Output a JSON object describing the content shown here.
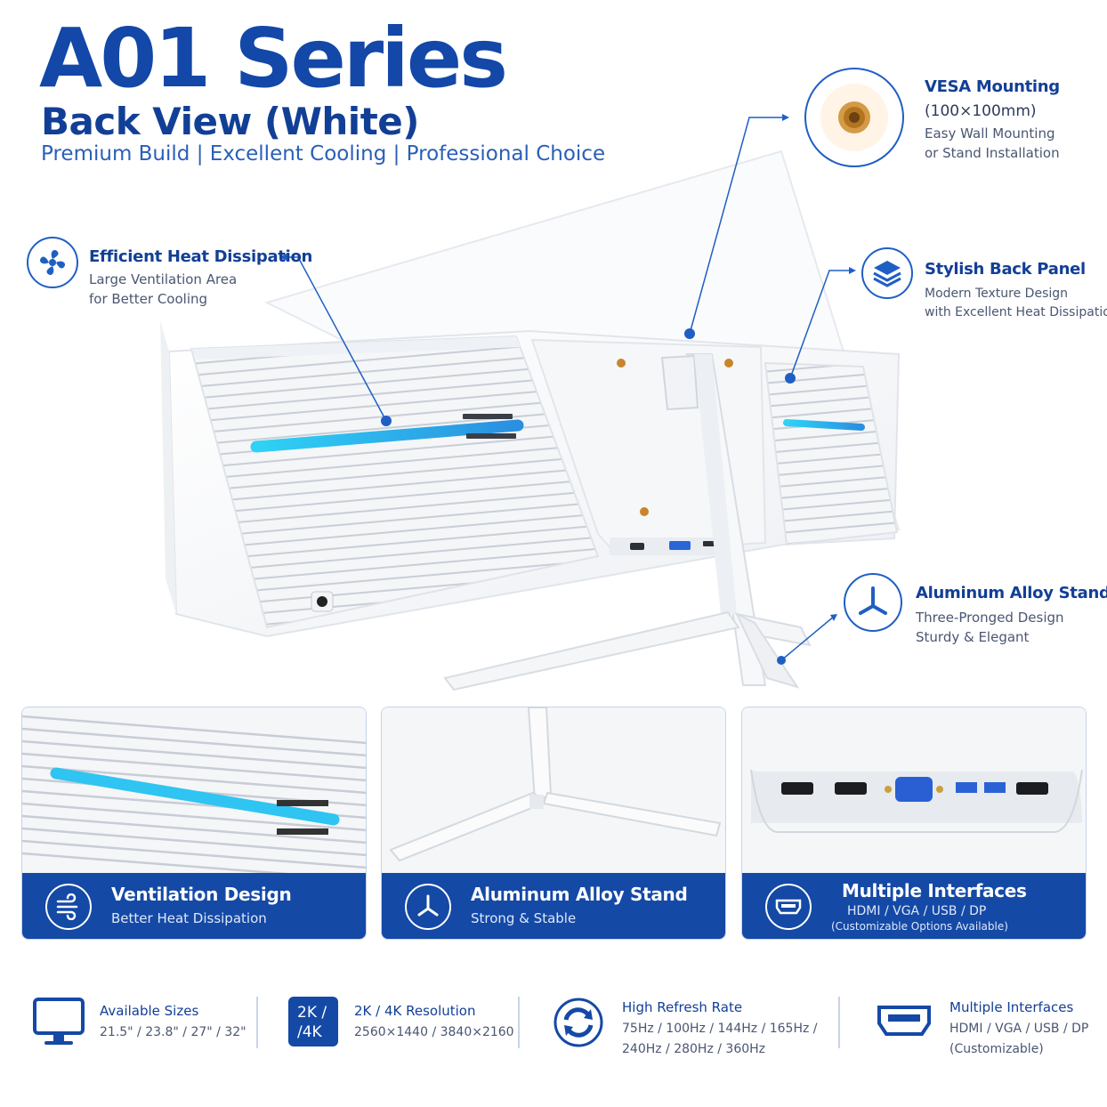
{
  "header": {
    "title": "A01 Series",
    "subtitle": "Back View (White)",
    "tagline": "Premium Build | Excellent Cooling | Professional Choice"
  },
  "callouts": {
    "vesa": {
      "icon": "mounting-screw-icon",
      "title": "VESA Mounting",
      "spec": "(100×100mm)",
      "line1": "Easy Wall Mounting",
      "line2": "or Stand Installation"
    },
    "heat": {
      "icon": "fan-icon",
      "title": "Efficient Heat Dissipation",
      "line1": "Large Ventilation Area",
      "line2": "for Better Cooling"
    },
    "panel": {
      "icon": "layers-icon",
      "title": "Stylish Back Panel",
      "line1": "Modern Texture Design",
      "line2": "with Excellent Heat Dissipation"
    },
    "stand": {
      "icon": "tripod-stand-icon",
      "title": "Aluminum Alloy Stand",
      "line1": "Three-Pronged Design",
      "line2": "Sturdy & Elegant"
    }
  },
  "cards": [
    {
      "icon": "airflow-icon",
      "title": "Ventilation Design",
      "subtitle": "Better Heat Dissipation"
    },
    {
      "icon": "tripod-stand-icon",
      "title": "Aluminum Alloy Stand",
      "subtitle": "Strong & Stable"
    },
    {
      "icon": "hdmi-port-icon",
      "title": "Multiple Interfaces",
      "subtitle": "HDMI / VGA / USB / DP",
      "note": "(Customizable Options Available)"
    }
  ],
  "specs": [
    {
      "icon": "monitor-icon",
      "title": "Available Sizes",
      "lines": [
        "21.5\" / 23.8\" / 27\" / 32\""
      ]
    },
    {
      "icon": "resolution-badge-icon",
      "badge_top": "2K /",
      "badge_bottom": "/4K",
      "title": "2K / 4K Resolution",
      "lines": [
        "2560×1440 / 3840×2160"
      ]
    },
    {
      "icon": "refresh-icon",
      "title": "High Refresh Rate",
      "lines": [
        "75Hz / 100Hz / 144Hz / 165Hz /",
        "240Hz / 280Hz / 360Hz"
      ]
    },
    {
      "icon": "hdmi-port-icon",
      "title": "Multiple Interfaces",
      "lines": [
        "HDMI / VGA / USB / DP",
        "(Customizable)"
      ]
    }
  ],
  "colors": {
    "brand_blue": "#1449a6",
    "accent_blue": "#1f5fc4",
    "light_bar": "#3fb6f0"
  }
}
